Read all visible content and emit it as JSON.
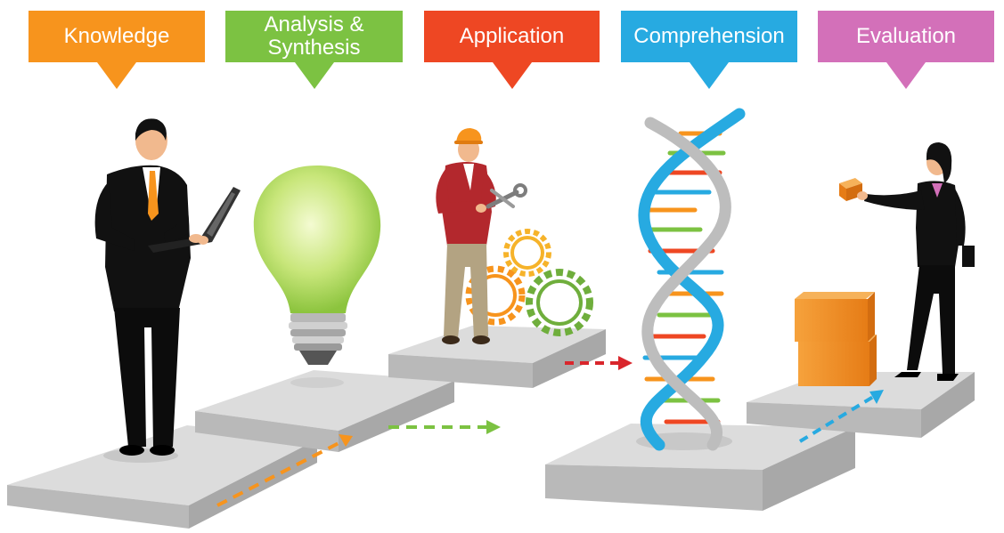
{
  "steps": [
    {
      "label": "Knowledge",
      "color": "#f7941d"
    },
    {
      "label": "Analysis &\nSynthesis",
      "color": "#7cc242"
    },
    {
      "label": "Application",
      "color": "#ee4723"
    },
    {
      "label": "Comprehension",
      "color": "#27aae1"
    },
    {
      "label": "Evaluation",
      "color": "#d370b9"
    }
  ],
  "icons": {
    "knowledge": "man-with-laptop",
    "analysis": "light-bulb",
    "application": "worker-with-gears",
    "comprehension": "dna-helix",
    "evaluation": "woman-with-boxes"
  }
}
